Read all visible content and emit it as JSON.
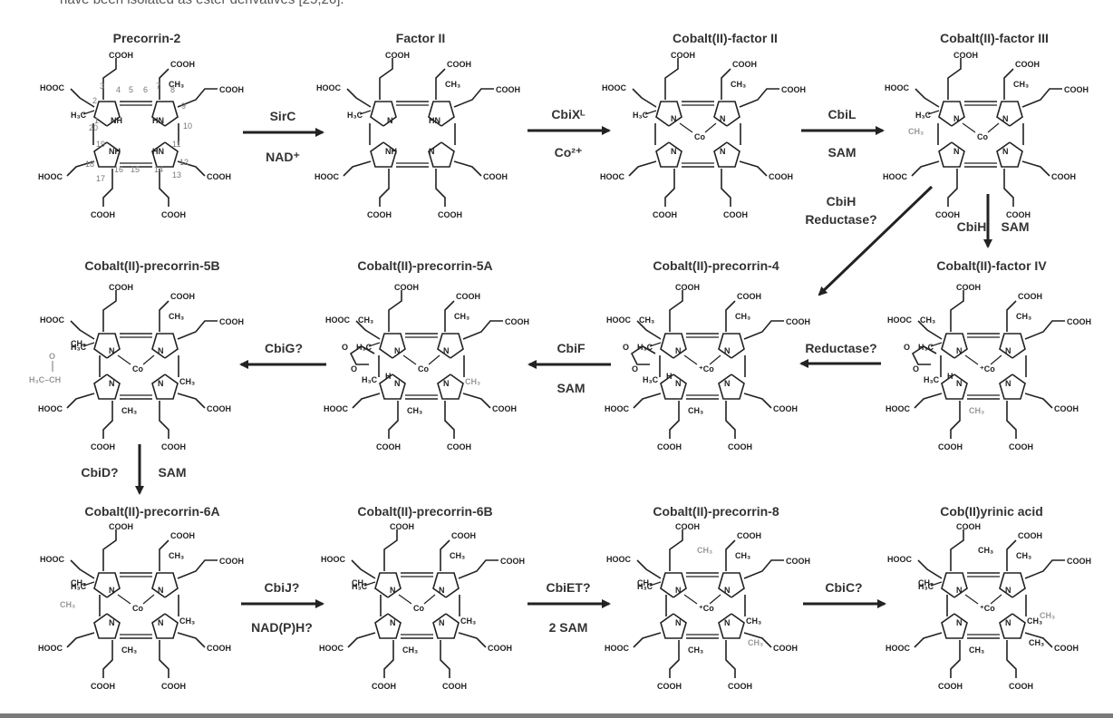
{
  "caption_fragment": "have been isolated as ester derivatives [25,26].",
  "compounds": [
    {
      "id": "precorrin2",
      "name": "Precorrin-2"
    },
    {
      "id": "factor2",
      "name": "Factor II"
    },
    {
      "id": "cofactor2",
      "name": "Cobalt(II)-factor II"
    },
    {
      "id": "cofactor3",
      "name": "Cobalt(II)-factor III"
    },
    {
      "id": "cofactor4",
      "name": "Cobalt(II)-factor IV"
    },
    {
      "id": "copre4",
      "name": "Cobalt(II)-precorrin-4"
    },
    {
      "id": "copre5a",
      "name": "Cobalt(II)-precorrin-5A"
    },
    {
      "id": "copre5b",
      "name": "Cobalt(II)-precorrin-5B"
    },
    {
      "id": "copre6a",
      "name": "Cobalt(II)-precorrin-6A"
    },
    {
      "id": "copre6b",
      "name": "Cobalt(II)-precorrin-6B"
    },
    {
      "id": "copre8",
      "name": "Cobalt(II)-precorrin-8"
    },
    {
      "id": "cobyrinic",
      "name": "Cob(II)yrinic acid"
    }
  ],
  "reactions": [
    {
      "id": "sirc",
      "top": "SirC",
      "bottom": "NAD⁺"
    },
    {
      "id": "cbix",
      "top": "CbiXᴸ",
      "bottom": "Co²⁺"
    },
    {
      "id": "cbil",
      "top": "CbiL",
      "bottom": "SAM"
    },
    {
      "id": "cbih_diag",
      "top": "CbiH",
      "bottom": "Reductase?"
    },
    {
      "id": "cbih",
      "left": "CbiH",
      "right": "SAM"
    },
    {
      "id": "reductase",
      "top": "Reductase?",
      "bottom": ""
    },
    {
      "id": "cbif",
      "top": "CbiF",
      "bottom": "SAM"
    },
    {
      "id": "cbig",
      "top": "CbiG?",
      "bottom": ""
    },
    {
      "id": "cbid",
      "left": "CbiD?",
      "right": "SAM"
    },
    {
      "id": "cbij",
      "top": "CbiJ?",
      "bottom": "NAD(P)H?"
    },
    {
      "id": "cbiet",
      "top": "CbiET?",
      "bottom": "2 SAM"
    },
    {
      "id": "cbic",
      "top": "CbiC?",
      "bottom": ""
    }
  ],
  "atoms": {
    "cooh": "COOH",
    "hooc": "HOOC",
    "ch3": "CH₃",
    "h3c": "H₃C",
    "nh": "NH",
    "hn": "HN",
    "n": "N",
    "co": "Co",
    "coplus": "⁺Co",
    "h": "H",
    "o": "O",
    "h3cch": "H₃C–CH",
    "ring_o": "O"
  },
  "numbering": [
    "1",
    "2",
    "3",
    "4",
    "5",
    "6",
    "7",
    "8",
    "9",
    "10",
    "11",
    "12",
    "13",
    "14",
    "15",
    "16",
    "17",
    "18",
    "19",
    "20"
  ]
}
